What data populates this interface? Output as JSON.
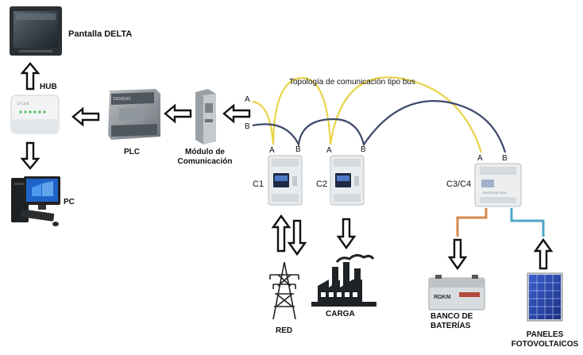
{
  "title": "Topología de comunicación tipo bus",
  "devices": {
    "screen": "Pantalla DELTA",
    "hub": "HUB",
    "pc": "PC",
    "plc": "PLC",
    "module": "Módulo de\nComunicación",
    "meter1": "C1",
    "meter2": "C2",
    "meter34": "C3/C4",
    "grid": "RED",
    "load": "CARGA",
    "battery": "BANCO DE\nBATERÍAS",
    "panels": "PANELES\nFOTOVOLTAICOS"
  },
  "bus_terminals": {
    "a": "A",
    "b": "B"
  },
  "colors": {
    "bus_line_a": "#e8d44a",
    "bus_line_b": "#3d4a6b",
    "battery_cable": "#d8894a",
    "panel_cable": "#4fa6c8",
    "device_body": "#e9ecef",
    "panel_cell": "#2b47a8"
  }
}
